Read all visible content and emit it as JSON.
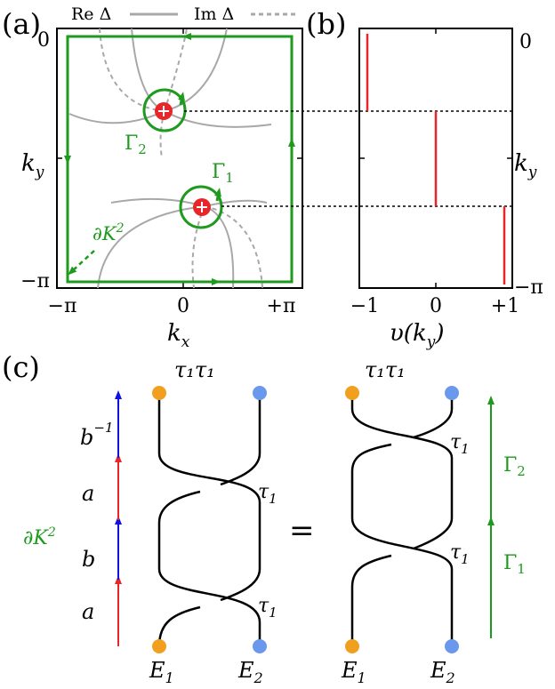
{
  "panel_a": {
    "label": "(a)",
    "legend": {
      "re": "Re Δ",
      "im": "Im Δ"
    },
    "x_ticks": [
      "−π",
      "0",
      "+π"
    ],
    "y_ticks": [
      "0",
      "−π"
    ],
    "x_label": "k",
    "x_label_sub": "x",
    "y_label": "k",
    "y_label_sub": "y",
    "gamma1": "Γ",
    "gamma1_sub": "1",
    "gamma2": "Γ",
    "gamma2_sub": "2",
    "boundary": "∂K",
    "boundary_sup": "2"
  },
  "panel_b": {
    "label": "(b)",
    "x_ticks": [
      "−1",
      "0",
      "+1"
    ],
    "y_ticks": [
      "0",
      "−π"
    ],
    "x_label": "υ(k",
    "x_label_sub": "y",
    "x_label_end": ")",
    "y_label": "k",
    "y_label_sub": "y"
  },
  "panel_c": {
    "label": "(c)",
    "top_left": "τ₁τ₁",
    "top_right": "τ₁τ₁",
    "tau": "τ",
    "tau_sub": "1",
    "equals": "=",
    "e1": "E",
    "e1_sub": "1",
    "e2": "E",
    "e2_sub": "2",
    "path_labels": {
      "a": "a",
      "b": "b",
      "binv": "b",
      "binv_sup": "−1"
    },
    "boundary": "∂K",
    "boundary_sup": "2",
    "gamma1": "Γ",
    "gamma1_sub": "1",
    "gamma2": "Γ",
    "gamma2_sub": "2"
  },
  "colors": {
    "green": "#1e9a1e",
    "red": "#e8262a",
    "blue": "#1010e0",
    "orange": "#f0a01e",
    "lightblue": "#6a98ec",
    "gray": "#a8a8a8"
  }
}
